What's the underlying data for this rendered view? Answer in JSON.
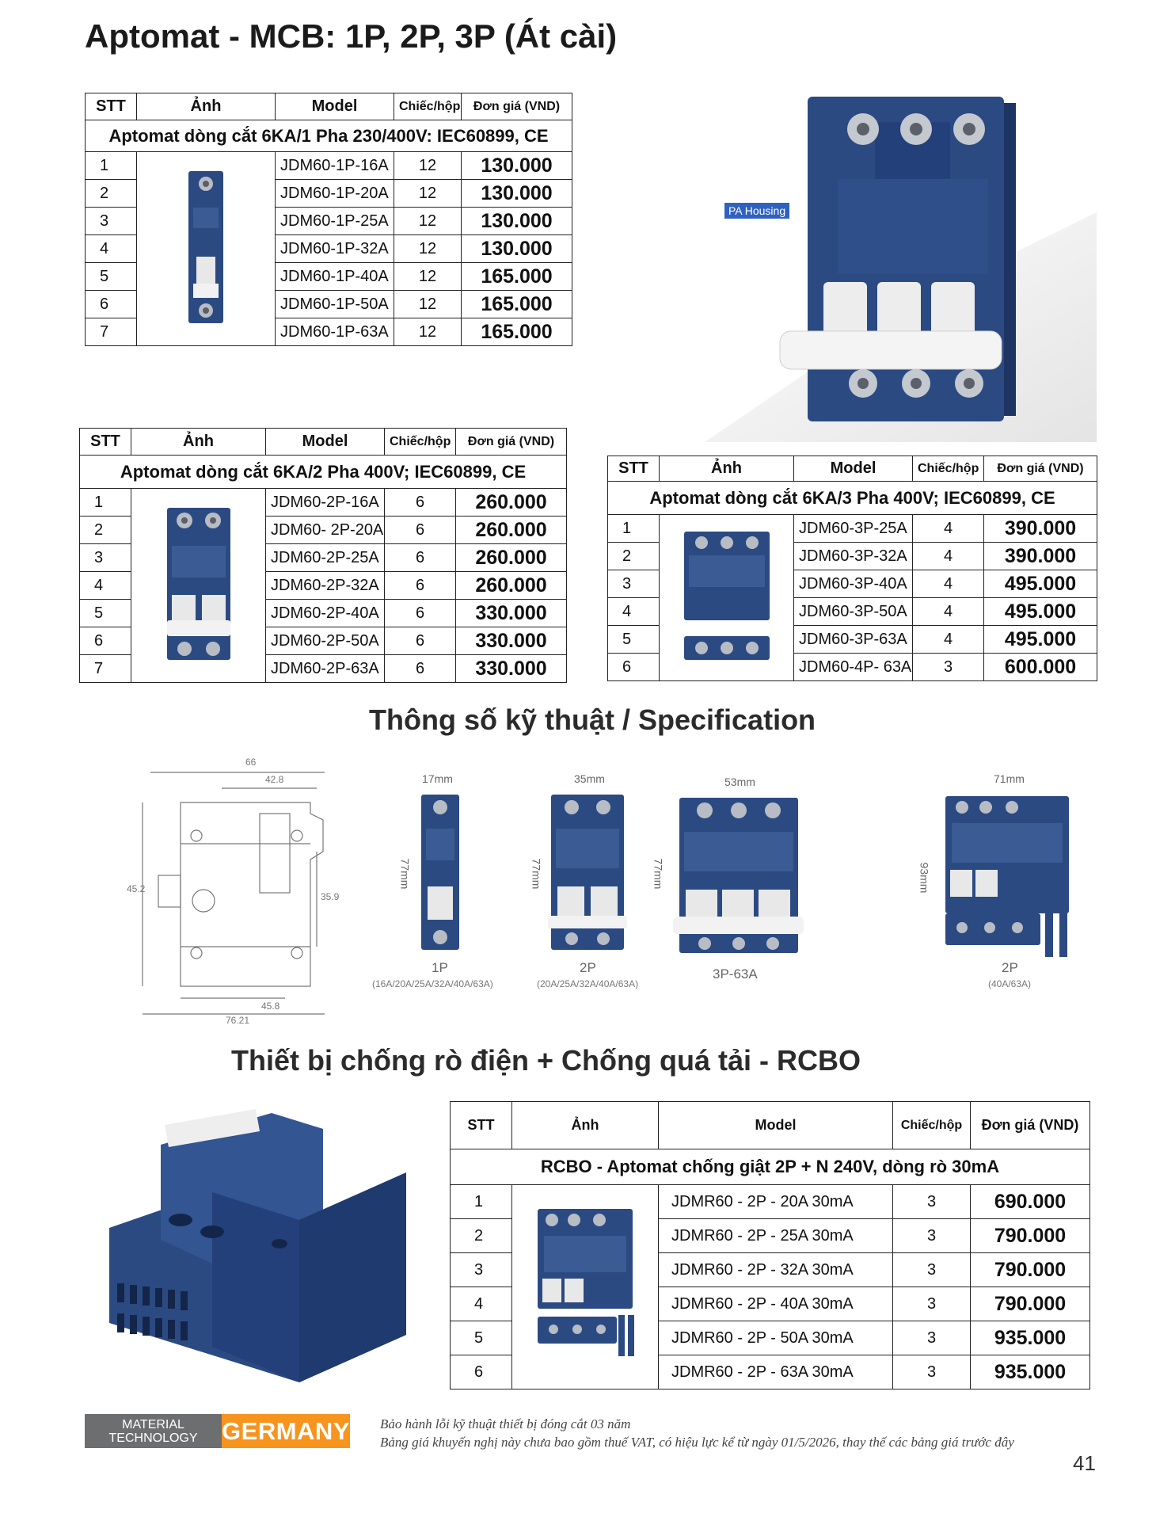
{
  "page": {
    "title": "Aptomat - MCB: 1P, 2P, 3P (Át cài)",
    "page_number": "41"
  },
  "labels": {
    "pa_housing": "PA Housing"
  },
  "table_1p": {
    "headers": {
      "stt": "STT",
      "image": "Ảnh",
      "model": "Model",
      "qty": "Chiếc/hộp",
      "price": "Đơn giá (VND)"
    },
    "subtitle": "Aptomat dòng cắt 6KA/1 Pha 230/400V: IEC60899, CE",
    "rows": [
      {
        "stt": "1",
        "model": "JDM60-1P-16A",
        "qty": "12",
        "price": "130.000"
      },
      {
        "stt": "2",
        "model": "JDM60-1P-20A",
        "qty": "12",
        "price": "130.000"
      },
      {
        "stt": "3",
        "model": "JDM60-1P-25A",
        "qty": "12",
        "price": "130.000"
      },
      {
        "stt": "4",
        "model": "JDM60-1P-32A",
        "qty": "12",
        "price": "130.000"
      },
      {
        "stt": "5",
        "model": "JDM60-1P-40A",
        "qty": "12",
        "price": "165.000"
      },
      {
        "stt": "6",
        "model": "JDM60-1P-50A",
        "qty": "12",
        "price": "165.000"
      },
      {
        "stt": "7",
        "model": "JDM60-1P-63A",
        "qty": "12",
        "price": "165.000"
      }
    ]
  },
  "table_2p": {
    "headers": {
      "stt": "STT",
      "image": "Ảnh",
      "model": "Model",
      "qty": "Chiếc/hộp",
      "price": "Đơn giá (VND)"
    },
    "subtitle": "Aptomat dòng cắt 6KA/2 Pha 400V; IEC60899, CE",
    "rows": [
      {
        "stt": "1",
        "model": "JDM60-2P-16A",
        "qty": "6",
        "price": "260.000"
      },
      {
        "stt": "2",
        "model": "JDM60- 2P-20A",
        "qty": "6",
        "price": "260.000"
      },
      {
        "stt": "3",
        "model": "JDM60-2P-25A",
        "qty": "6",
        "price": "260.000"
      },
      {
        "stt": "4",
        "model": "JDM60-2P-32A",
        "qty": "6",
        "price": "260.000"
      },
      {
        "stt": "5",
        "model": "JDM60-2P-40A",
        "qty": "6",
        "price": "330.000"
      },
      {
        "stt": "6",
        "model": "JDM60-2P-50A",
        "qty": "6",
        "price": "330.000"
      },
      {
        "stt": "7",
        "model": "JDM60-2P-63A",
        "qty": "6",
        "price": "330.000"
      }
    ]
  },
  "table_3p": {
    "headers": {
      "stt": "STT",
      "image": "Ảnh",
      "model": "Model",
      "qty": "Chiếc/hộp",
      "price": "Đơn giá (VND)"
    },
    "subtitle": "Aptomat dòng cắt 6KA/3 Pha 400V; IEC60899, CE",
    "rows": [
      {
        "stt": "1",
        "model": "JDM60-3P-25A",
        "qty": "4",
        "price": "390.000"
      },
      {
        "stt": "2",
        "model": "JDM60-3P-32A",
        "qty": "4",
        "price": "390.000"
      },
      {
        "stt": "3",
        "model": "JDM60-3P-40A",
        "qty": "4",
        "price": "495.000"
      },
      {
        "stt": "4",
        "model": "JDM60-3P-50A",
        "qty": "4",
        "price": "495.000"
      },
      {
        "stt": "5",
        "model": "JDM60-3P-63A",
        "qty": "4",
        "price": "495.000"
      },
      {
        "stt": "6",
        "model": "JDM60-4P- 63A",
        "qty": "3",
        "price": "600.000"
      }
    ]
  },
  "spec": {
    "title": "Thông số kỹ thuật / Specification",
    "drawing": {
      "d66": "66",
      "d42": "42.8",
      "d452": "45.2",
      "d359": "35.9",
      "d458": "45.8",
      "d7621": "76.21"
    },
    "products": [
      {
        "width": "17mm",
        "height": "77mm",
        "label": "1P",
        "note": "(16A/20A/25A/32A/40A/63A)"
      },
      {
        "width": "35mm",
        "height": "77mm",
        "label": "2P",
        "note": "(20A/25A/32A/40A/63A)"
      },
      {
        "width": "53mm",
        "height": "77mm",
        "label": "3P-63A",
        "note": ""
      },
      {
        "width": "71mm",
        "height": "93mm",
        "label": "2P",
        "note": "(40A/63A)"
      }
    ]
  },
  "rcbo": {
    "title": "Thiết bị chống rò điện + Chống quá tải - RCBO",
    "headers": {
      "stt": "STT",
      "image": "Ảnh",
      "model": "Model",
      "qty": "Chiếc/hộp",
      "price": "Đơn giá (VND)"
    },
    "subtitle": "RCBO - Aptomat chống giật 2P + N 240V, dòng rò 30mA",
    "rows": [
      {
        "stt": "1",
        "model": "JDMR60  - 2P - 20A 30mA",
        "qty": "3",
        "price": "690.000"
      },
      {
        "stt": "2",
        "model": "JDMR60  - 2P - 25A 30mA",
        "qty": "3",
        "price": "790.000"
      },
      {
        "stt": "3",
        "model": "JDMR60  - 2P - 32A 30mA",
        "qty": "3",
        "price": "790.000"
      },
      {
        "stt": "4",
        "model": "JDMR60  - 2P - 40A 30mA",
        "qty": "3",
        "price": "790.000"
      },
      {
        "stt": "5",
        "model": "JDMR60  - 2P - 50A 30mA",
        "qty": "3",
        "price": "935.000"
      },
      {
        "stt": "6",
        "model": "JDMR60  - 2P - 63A 30mA",
        "qty": "3",
        "price": "935.000"
      }
    ]
  },
  "footer": {
    "badge_line1": "MATERIAL",
    "badge_line2": "TECHNOLOGY",
    "badge_country": "GERMANY",
    "warranty": "Bảo hành lỗi kỹ thuật thiết bị đóng cắt 03 năm",
    "note": "Bảng giá khuyến nghị này chưa bao gồm thuế VAT, có hiệu lực kể từ ngày 01/5/2026, thay thế các bảng giá trước đây"
  },
  "colors": {
    "product_blue": "#2b4a82",
    "badge_gray": "#6d6e70",
    "badge_orange": "#f7941d"
  }
}
